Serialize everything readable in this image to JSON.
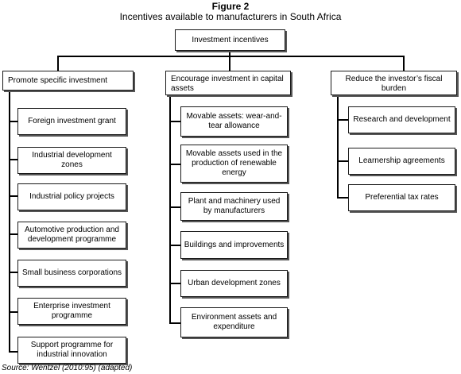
{
  "figure": {
    "number": "Figure 2",
    "title": "Incentives available to manufacturers in South Africa",
    "source": "Source: Wentzel (2010:95) (adapted)"
  },
  "root": "Investment incentives",
  "branches": [
    {
      "label": "Promote specific investment",
      "children": [
        "Foreign investment grant",
        "Industrial development zones",
        "Industrial policy projects",
        "Automotive production and development programme",
        "Small business corporations",
        "Enterprise investment programme",
        "Support programme for industrial innovation"
      ]
    },
    {
      "label": "Encourage investment in capital assets",
      "children": [
        "Movable assets: wear-and-tear allowance",
        "Movable assets used in the production of renewable energy",
        "Plant and machinery used by manufacturers",
        "Buildings and improvements",
        "Urban development zones",
        "Environment assets and expenditure"
      ]
    },
    {
      "label": "Reduce the investor’s fiscal burden",
      "children": [
        "Research and development",
        "Learnership agreements",
        "Preferential tax rates"
      ]
    }
  ]
}
